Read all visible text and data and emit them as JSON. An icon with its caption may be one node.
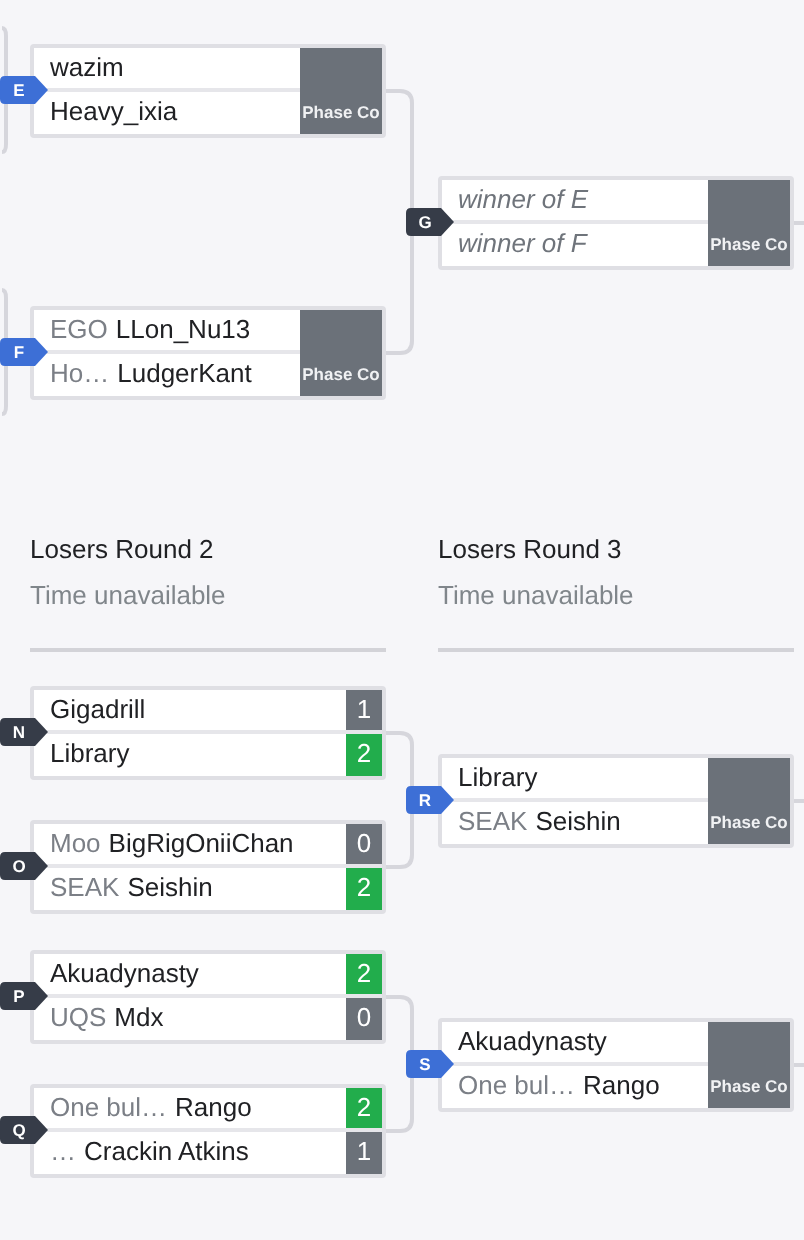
{
  "diagram": {
    "nodes": [
      {
        "text": [
          "E"
        ]
      },
      {
        "text": [],
        "shape": "box"
      },
      {
        "text": [
          "wazim"
        ],
        "in": 1
      },
      {
        "text": [
          "Heavy_ixia"
        ],
        "in": 1
      },
      {
        "text": [
          "Phase Co"
        ],
        "in": 1
      },
      {
        "text": [
          "F"
        ]
      },
      {
        "text": [],
        "shape": "box"
      },
      {
        "text": [
          "EGO",
          "LLon_Nu13"
        ],
        "in": 6
      },
      {
        "text": [
          "Ho…",
          "LudgerKant"
        ],
        "in": 6
      },
      {
        "text": [
          "Phase Co"
        ],
        "in": 6
      },
      {
        "text": [
          "G"
        ]
      },
      {
        "text": [],
        "shape": "box"
      },
      {
        "text": [
          "winner of E"
        ],
        "in": 11
      },
      {
        "text": [
          "winner of F"
        ],
        "in": 11
      },
      {
        "text": [
          "Phase Co"
        ],
        "in": 11
      },
      {
        "text": [
          "N"
        ]
      },
      {
        "text": [],
        "shape": "box"
      },
      {
        "text": [
          "Gigadrill"
        ],
        "in": 16
      },
      {
        "text": [
          "1"
        ],
        "in": 17
      },
      {
        "text": [
          "Library"
        ],
        "in": 16
      },
      {
        "text": [
          "2"
        ],
        "in": 19
      },
      {
        "text": [
          "O"
        ]
      },
      {
        "text": [],
        "shape": "box"
      },
      {
        "text": [
          "Moo",
          "BigRigOniiChan"
        ],
        "in": 22
      },
      {
        "text": [
          "0"
        ],
        "in": 23
      },
      {
        "text": [
          "SEAK",
          "Seishin"
        ],
        "in": 22
      },
      {
        "text": [
          "2"
        ],
        "in": 25
      },
      {
        "text": [
          "P"
        ]
      },
      {
        "text": [],
        "shape": "box"
      },
      {
        "text": [
          "Akuadynasty"
        ],
        "in": 28
      },
      {
        "text": [
          "2"
        ],
        "in": 29
      },
      {
        "text": [
          "UQS",
          "Mdx"
        ],
        "in": 28
      },
      {
        "text": [
          "0"
        ],
        "in": 31
      },
      {
        "text": [
          "Q"
        ]
      },
      {
        "text": [],
        "shape": "box"
      },
      {
        "text": [
          "One bul…",
          "Rango"
        ],
        "in": 34
      },
      {
        "text": [
          "2"
        ],
        "in": 35
      },
      {
        "text": [
          "…",
          "Crackin Atkins"
        ],
        "in": 34
      },
      {
        "text": [
          "1"
        ],
        "in": 37
      },
      {
        "text": [
          "R"
        ]
      },
      {
        "text": [],
        "shape": "box"
      },
      {
        "text": [
          "Library"
        ],
        "in": 40
      },
      {
        "text": [
          "SEAK",
          "Seishin"
        ],
        "in": 40
      },
      {
        "text": [
          "Phase Co"
        ],
        "in": 40
      },
      {
        "text": [
          "S"
        ]
      },
      {
        "text": [],
        "shape": "box"
      },
      {
        "text": [
          "Akuadynasty"
        ],
        "in": 45
      },
      {
        "text": [
          "One bul…",
          "Rango"
        ],
        "in": 45
      },
      {
        "text": [
          "Phase Co"
        ],
        "in": 45
      }
    ],
    "edges": [
      {
        "from": null,
        "to": 0,
        "arrow": "none"
      },
      {
        "from": null,
        "to": 0,
        "arrow": "none"
      },
      {
        "from": null,
        "to": 5,
        "arrow": "none"
      },
      {
        "from": null,
        "to": 5,
        "arrow": "none"
      },
      {
        "from": 1,
        "to": 10,
        "arrow": "none"
      },
      {
        "from": 6,
        "to": 10,
        "arrow": "none"
      },
      {
        "from": 11,
        "to": null,
        "arrow": "none"
      },
      {
        "from": 16,
        "to": 39,
        "arrow": "none"
      },
      {
        "from": 22,
        "to": 39,
        "arrow": "none"
      },
      {
        "from": 28,
        "to": 44,
        "arrow": "none"
      },
      {
        "from": 34,
        "to": 44,
        "arrow": "none"
      },
      {
        "from": 40,
        "to": null,
        "arrow": "none"
      },
      {
        "from": 45,
        "to": null,
        "arrow": "none"
      }
    ],
    "labels": [
      "Losers Round 2",
      "Time unavailable",
      "Losers Round 3",
      "Time unavailable"
    ]
  }
}
